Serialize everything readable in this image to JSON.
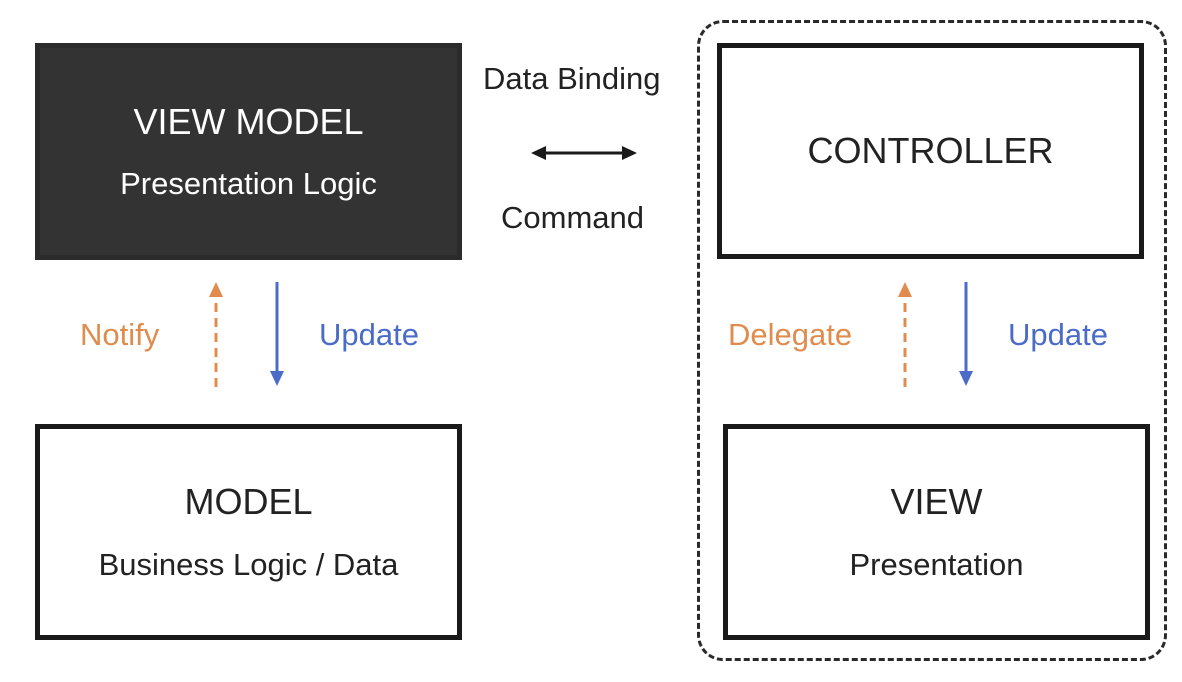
{
  "nodes": {
    "view_model": {
      "title": "VIEW MODEL",
      "subtitle": "Presentation Logic"
    },
    "model": {
      "title": "MODEL",
      "subtitle": "Business Logic / Data"
    },
    "controller": {
      "title": "CONTROLLER"
    },
    "view": {
      "title": "VIEW",
      "subtitle": "Presentation"
    }
  },
  "edges": {
    "data_binding": "Data Binding",
    "command": "Command",
    "notify": "Notify",
    "update_left": "Update",
    "delegate": "Delegate",
    "update_right": "Update"
  },
  "colors": {
    "notify": "#e08c4e",
    "delegate": "#e08c4e",
    "update": "#4a6cc8",
    "view_model_fill": "#333333",
    "stroke": "#1a1a1a"
  }
}
